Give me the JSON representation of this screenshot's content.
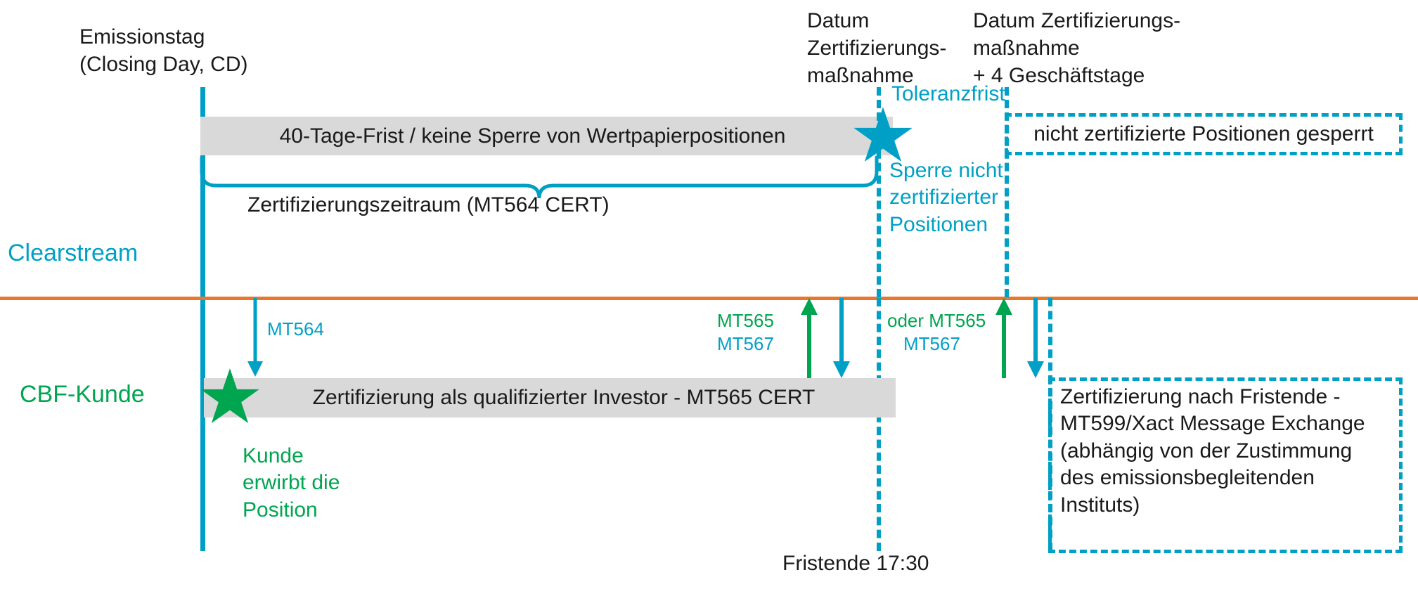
{
  "diagram": {
    "title_hidden": "",
    "headers": {
      "emissionstag": "Emissionstag\n(Closing Day, CD)",
      "datum_zert": "Datum\nZertifizierungs-\nmaßnahme",
      "datum_zert_plus4": "Datum Zertifizierungs-\nmaßnahme\n+ 4 Geschäftstage"
    },
    "lanes": {
      "clearstream": "Clearstream",
      "cbf_kunde": "CBF-Kunde"
    },
    "clearstream_lane": {
      "grey_bar_label": "40-Tage-Frist / keine Sperre von Wertpapierpositionen",
      "brace_label": "Zertifizierungszeitraum (MT564 CERT)",
      "toleranzfrist": "Toleranzfrist",
      "sperre_block": "Sperre nicht\nzertifizierter\nPositionen",
      "gesperrt_box": "nicht zertifizierte Positionen gesperrt"
    },
    "cbf_lane": {
      "grey_bar_label": "Zertifizierung als qualifizierter Investor - MT565 CERT",
      "mt564": "MT564",
      "kunde_erwirbt": "Kunde\nerwirbt die\nPosition",
      "msg_left": {
        "line1": "MT565",
        "line2": "MT567"
      },
      "msg_right": {
        "line1": "oder MT565",
        "line2": "MT567"
      },
      "after_box": "Zertifizierung nach Fristende -\nMT599/Xact Message Exchange\n(abhängig von der Zustimmung\ndes emissionsbegleitenden\nInstituts)"
    },
    "footer": {
      "fristende": "Fristende 17:30"
    },
    "icons": {
      "star_clearstream": "star-icon",
      "star_cbf": "star-icon",
      "arrow_down_mt564": "arrow-down-icon",
      "arrow_up_left": "arrow-up-icon",
      "arrow_down_left": "arrow-down-icon",
      "arrow_up_right": "arrow-up-icon",
      "arrow_down_right": "arrow-down-icon",
      "brace": "curly-brace-icon"
    },
    "colors": {
      "teal": "#00A0C6",
      "green": "#00A550",
      "orange": "#E8762C",
      "grey_bar": "#d9d9d9",
      "text": "#1a1a1a"
    }
  }
}
